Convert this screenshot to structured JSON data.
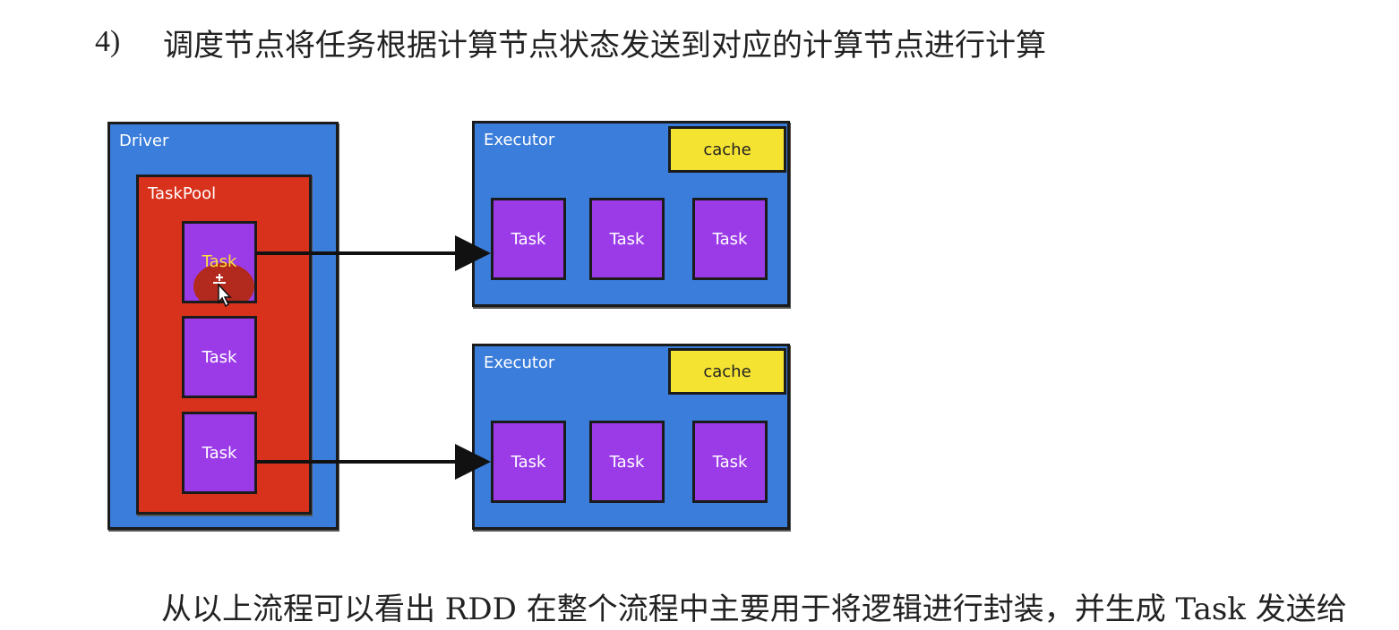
{
  "heading": {
    "number": "4)",
    "text": "调度节点将任务根据计算节点状态发送到对应的计算节点进行计算"
  },
  "diagram": {
    "driver": {
      "label": "Driver",
      "taskpool": {
        "label": "TaskPool",
        "tasks": [
          {
            "label": "Task",
            "highlighted": true
          },
          {
            "label": "Task"
          },
          {
            "label": "Task"
          }
        ]
      }
    },
    "executors": [
      {
        "label": "Executor",
        "cache": "cache",
        "tasks": [
          "Task",
          "Task",
          "Task"
        ]
      },
      {
        "label": "Executor",
        "cache": "cache",
        "tasks": [
          "Task",
          "Task",
          "Task"
        ]
      }
    ],
    "colors": {
      "container_blue": "#3a7ddb",
      "taskpool_red": "#d9321c",
      "task_purple": "#9b3be8",
      "cache_yellow": "#f5e332"
    }
  },
  "footer": {
    "text": "从以上流程可以看出 RDD 在整个流程中主要用于将逻辑进行封装，并生成 Task 发送给"
  }
}
